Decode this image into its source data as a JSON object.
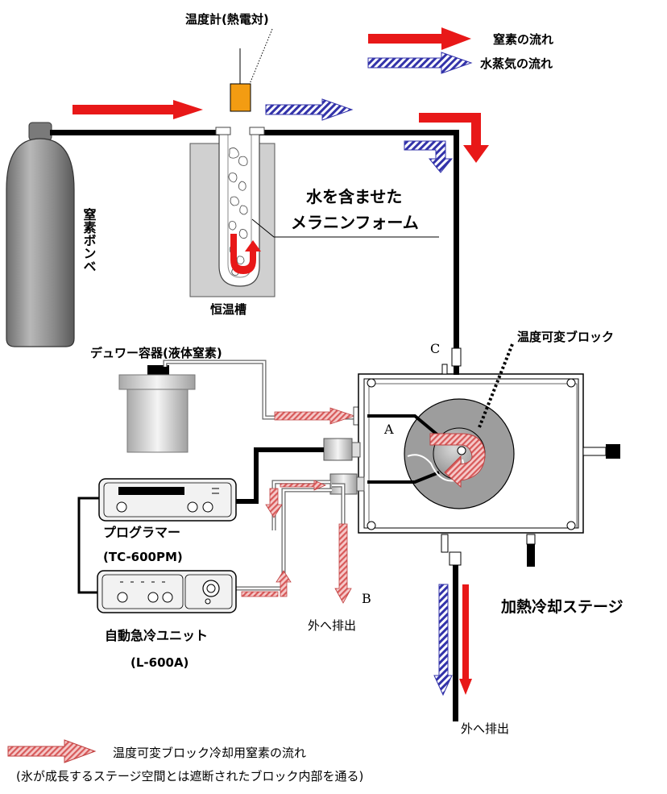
{
  "labels": {
    "thermometer": "温度計(熱電対)",
    "nitrogen_cylinder": "窒素ボンベ",
    "foam_line1": "水を含ませた",
    "foam_line2": "メラニンフォーム",
    "thermostat_bath": "恒温槽",
    "dewar": "デュワー容器(液体窒素)",
    "variable_temp_block": "温度可変ブロック",
    "programmer": "プログラマー",
    "programmer_model": "(TC-600PM)",
    "cooling_unit": "自動急冷ユニット",
    "cooling_unit_model": "(L-600A)",
    "stage": "加熱冷却ステージ",
    "exhaust_1": "外へ排出",
    "exhaust_2": "外へ排出",
    "point_a": "A",
    "point_b": "B",
    "point_c": "C"
  },
  "legend": {
    "nitrogen_flow": "窒素の流れ",
    "vapor_flow": "水蒸気の流れ",
    "block_cooling_flow": "温度可変ブロック冷却用窒素の流れ",
    "block_cooling_note": "(氷が成長するステージ空間とは遮断されたブロック内部を通る)"
  },
  "colors": {
    "nitrogen": "#e81818",
    "vapor_stroke": "#3333aa",
    "block_cooling": "#d85a5a",
    "heater_orange": "#f39c12",
    "bath_gray": "#d0d0d0",
    "cylinder_gray": "#8c8c8c"
  }
}
